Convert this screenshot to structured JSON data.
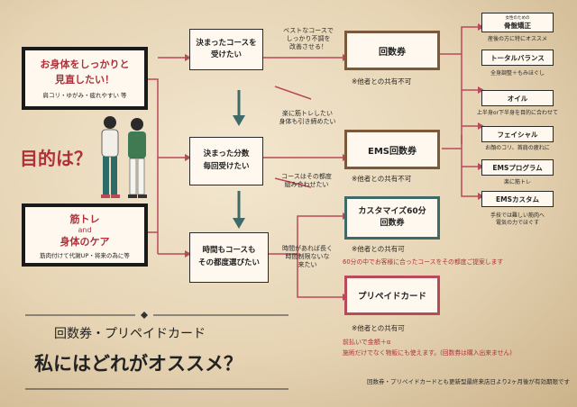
{
  "left": {
    "box1": {
      "title": "お身体をしっかりと\n見直したい！",
      "sub": "肩コリ・ゆがみ・疲れやすい 等"
    },
    "purpose": "目的は？",
    "box2": {
      "line1": "筋トレ",
      "line2": "and",
      "line3": "身体のケア",
      "sub": "筋肉付けて代謝UP・将来の為に等"
    },
    "bottom_title1": "回数券・プリペイドカード",
    "bottom_title2": "私にはどれがオススメ？"
  },
  "middle": {
    "c1": "決まったコースを\n受けたい",
    "c2": "決まった分数\n毎回受けたい",
    "c3": "時間もコースも\nその都度選びたい",
    "n1": "ベストなコースで\nしっかり不調を\n改善させる！",
    "n2": "楽に筋トレしたい\n身体も引き締めたい",
    "n3": "コースはその都度\n組み合わせたい",
    "n4": "時間があれば長く\n時間制限ないな\n来たい"
  },
  "right": {
    "p1": {
      "title": "回数券",
      "note": "※他者との共有不可"
    },
    "p2": {
      "title": "EMS回数券",
      "note": "※他者との共有不可"
    },
    "p3": {
      "title": "カスタマイズ60分\n回数券",
      "note": "※他者との共有可",
      "sub": "60分の中でお客様に合ったコースをその都度ご提案します"
    },
    "p4": {
      "title": "プリペイドカード",
      "note": "※他者との共有可",
      "sub1": "前払いで金額＋α",
      "sub2": "施術だけでなく物販にも使えます。(回数券は購入出来ません)"
    }
  },
  "courses": [
    {
      "pre": "女性のための",
      "name": "骨盤矯正",
      "desc": "産後の方に特にオススメ"
    },
    {
      "name": "トータルバランス",
      "desc": "全身調整＋もみほぐし"
    },
    {
      "name": "オイル",
      "desc": "上半身or下半身を目的に合わせて"
    },
    {
      "name": "フェイシャル",
      "desc": "お顔のコリ、首肩の疲れに"
    },
    {
      "name": "EMSプログラム",
      "desc": "楽に筋トレ"
    },
    {
      "name": "EMSカスタム",
      "desc": "手技では難しい筋肉へ\n電気の力でほぐす"
    }
  ],
  "footer": "回数券・プリペイドカードとも更新型最終来店日より2ヶ月後が有効期限です"
}
